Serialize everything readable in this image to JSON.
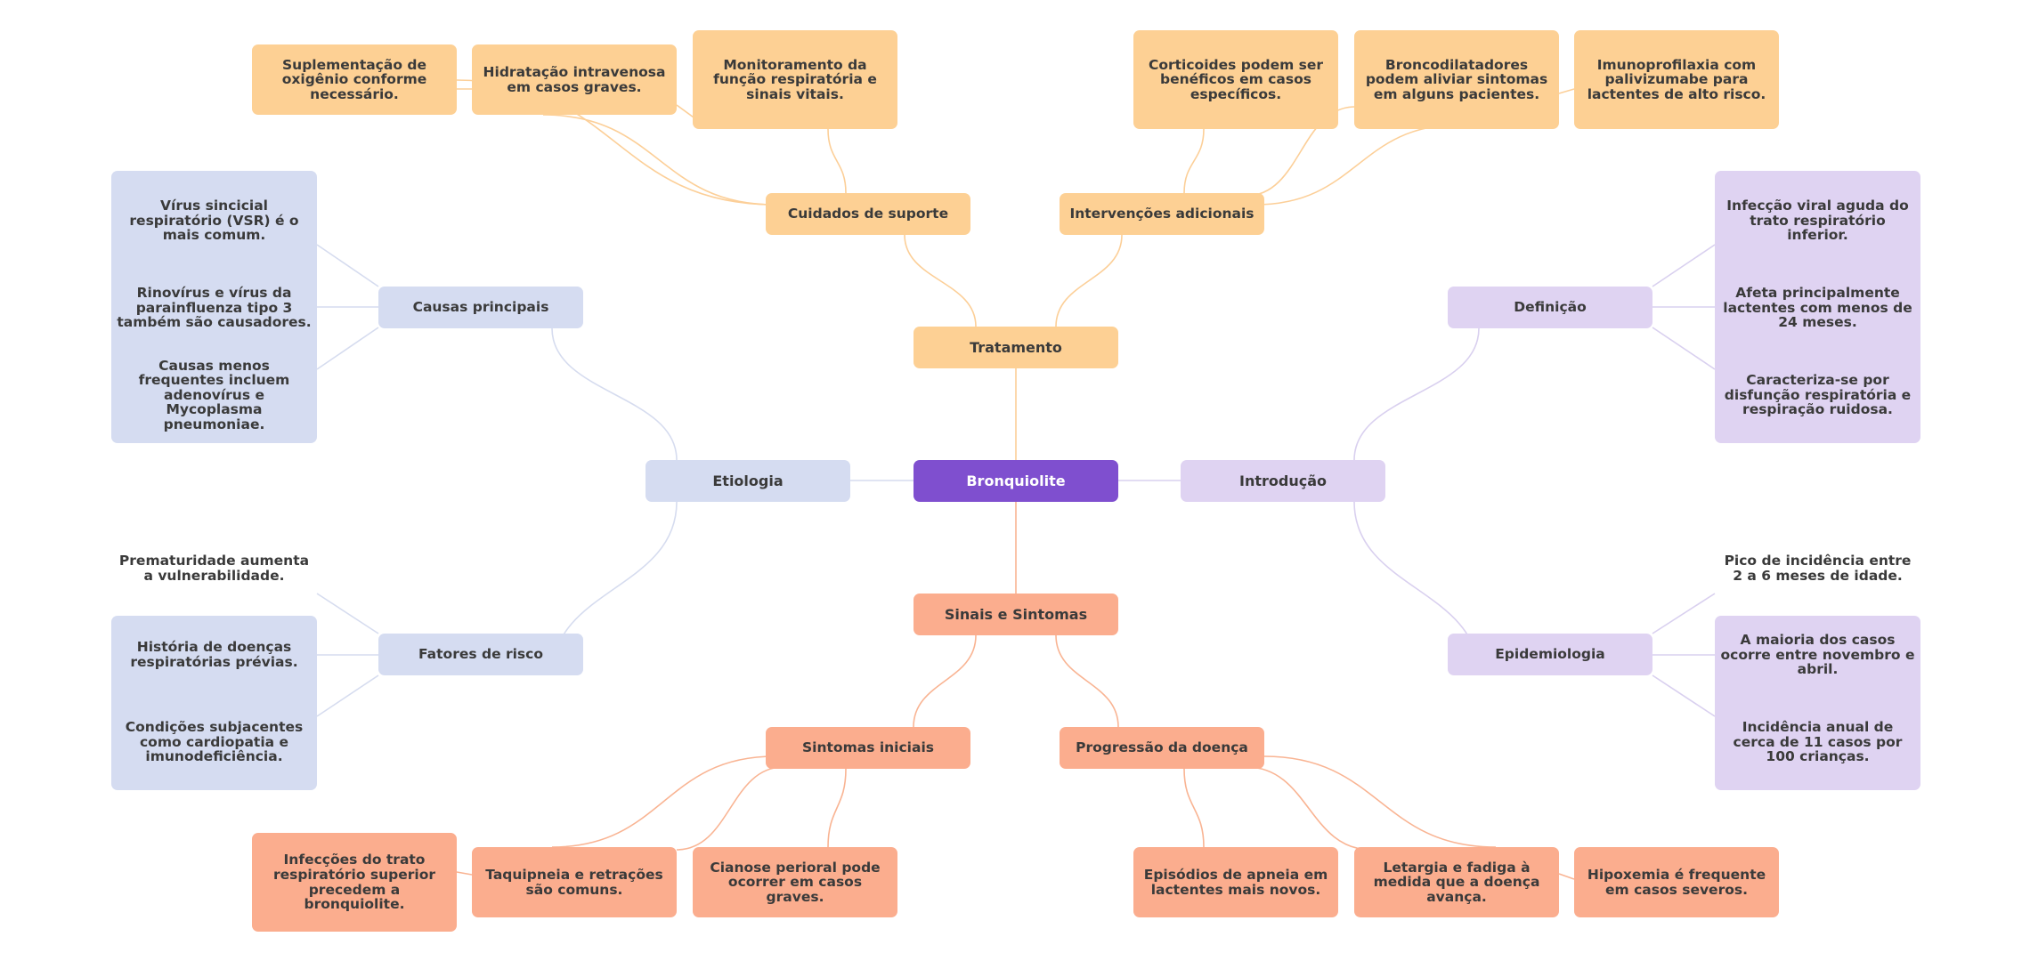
{
  "colors": {
    "root": "#7f4fcf",
    "treatment": "#fdd094",
    "symptoms": "#fbad8e",
    "etiology": "#d5dcf1",
    "intro": "#dfd3f2",
    "edge_treatment": "#fccf98",
    "edge_symptoms": "#f9b493",
    "edge_etiology": "#d6dcef",
    "edge_intro": "#d9d0ef"
  },
  "root": {
    "label": "Bronquiolite"
  },
  "tratamento": {
    "label": "Tratamento",
    "cuidados": {
      "label": "Cuidados de suporte",
      "items": [
        "Suplementação de oxigênio conforme necessário.",
        "Hidratação intravenosa em casos graves.",
        "Monitoramento da função respiratória e sinais vitais."
      ]
    },
    "intervencoes": {
      "label": "Intervenções adicionais",
      "items": [
        "Corticoides podem ser benéficos em casos específicos.",
        "Broncodilatadores podem aliviar sintomas em alguns pacientes.",
        "Imunoprofilaxia com palivizumabe para lactentes de alto risco."
      ]
    }
  },
  "sinais": {
    "label": "Sinais e Sintomas",
    "iniciais": {
      "label": "Sintomas iniciais",
      "items": [
        "Infecções do trato respiratório superior precedem a bronquiolite.",
        "Taquipneia e retrações são comuns.",
        "Cianose perioral pode ocorrer em casos graves."
      ]
    },
    "progressao": {
      "label": "Progressão da doença",
      "items": [
        "Episódios de apneia em lactentes mais novos.",
        "Letargia e fadiga à medida que a doença avança.",
        "Hipoxemia é frequente em casos severos."
      ]
    }
  },
  "etiologia": {
    "label": "Etiologia",
    "causas": {
      "label": "Causas principais",
      "items": [
        "Vírus sincicial respiratório (VSR) é o mais comum.",
        "Rinovírus e vírus da parainfluenza tipo 3 também são causadores.",
        "Causas menos frequentes incluem adenovírus e Mycoplasma pneumoniae."
      ]
    },
    "fatores": {
      "label": "Fatores de risco",
      "items": [
        "Prematuridade aumenta a vulnerabilidade.",
        "História de doenças respiratórias prévias.",
        "Condições subjacentes como cardiopatia e imunodeficiência."
      ]
    }
  },
  "introducao": {
    "label": "Introdução",
    "definicao": {
      "label": "Definição",
      "items": [
        "Infecção viral aguda do trato respiratório inferior.",
        "Afeta principalmente lactentes com menos de 24 meses.",
        "Caracteriza-se por disfunção respiratória e respiração ruidosa."
      ]
    },
    "epidemiologia": {
      "label": "Epidemiologia",
      "items": [
        "Pico de incidência entre 2 a 6 meses de idade.",
        "A maioria dos casos ocorre entre novembro e abril.",
        "Incidência anual de cerca de 11 casos por 100 crianças."
      ]
    }
  }
}
